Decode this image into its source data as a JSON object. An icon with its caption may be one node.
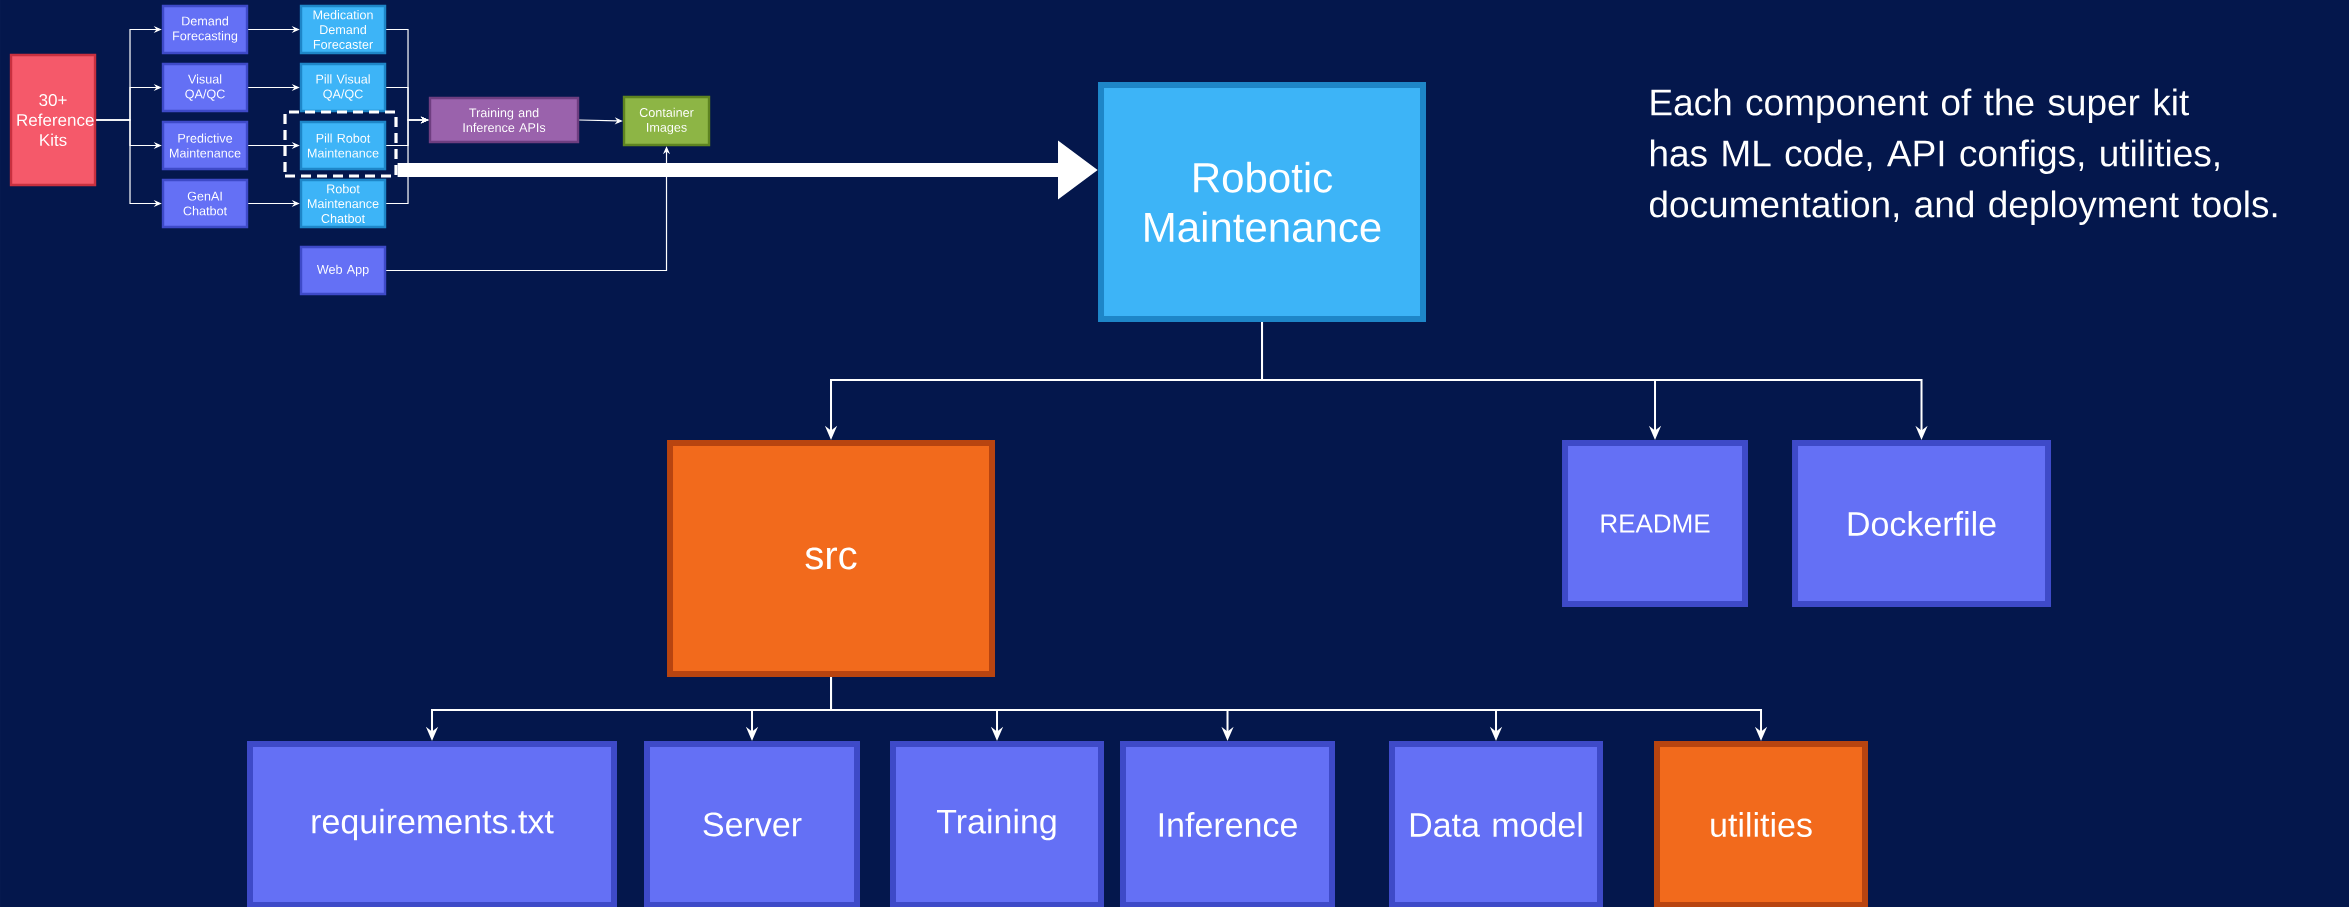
{
  "diagram": {
    "nodes": [
      {
        "text": [
          "30+ Reference Kits"
        ]
      },
      {
        "text": [
          "Demand Forecasting"
        ]
      },
      {
        "text": [
          "Medication Demand Forecaster"
        ]
      },
      {
        "text": [
          "Visual QA/QC"
        ]
      },
      {
        "text": [
          "Pill Visual QA/QC"
        ]
      },
      {
        "text": [
          "Predictive Maintenance"
        ]
      },
      {
        "text": [],
        "shape": "box"
      },
      {
        "text": [
          "Pill Robot Maintenance"
        ],
        "in": 6
      },
      {
        "text": [
          "GenAI Chatbot"
        ]
      },
      {
        "text": [
          "Robot Maintenance Chatbot"
        ]
      },
      {
        "text": [
          "Web App"
        ]
      },
      {
        "text": [
          "Training and Inference APIs"
        ]
      },
      {
        "text": [
          "Container Images"
        ]
      },
      {
        "text": [
          "Robotic Maintenance"
        ]
      },
      {
        "text": [
          "src"
        ]
      },
      {
        "text": [
          "README"
        ]
      },
      {
        "text": [
          "Dockerfile"
        ]
      },
      {
        "text": [
          "requirements.txt"
        ]
      },
      {
        "text": [
          "Server"
        ]
      },
      {
        "text": [
          "Training"
        ]
      },
      {
        "text": [
          "Inference"
        ]
      },
      {
        "text": [
          "Data model"
        ]
      },
      {
        "text": [
          "utilities"
        ]
      }
    ],
    "edges": [
      {
        "from": 0,
        "to": 1,
        "arrow": "to"
      },
      {
        "from": 0,
        "to": 3,
        "arrow": "to"
      },
      {
        "from": 0,
        "to": 5,
        "arrow": "to"
      },
      {
        "from": 0,
        "to": 8,
        "arrow": "to"
      },
      {
        "from": 1,
        "to": 2,
        "arrow": "to"
      },
      {
        "from": 3,
        "to": 4,
        "arrow": "to"
      },
      {
        "from": 5,
        "to": 7,
        "arrow": "to"
      },
      {
        "from": 8,
        "to": 9,
        "arrow": "to"
      },
      {
        "from": 2,
        "to": 11,
        "arrow": "to"
      },
      {
        "from": 4,
        "to": 11,
        "arrow": "to"
      },
      {
        "from": 7,
        "to": 11,
        "arrow": "to"
      },
      {
        "from": 9,
        "to": 11,
        "arrow": "to"
      },
      {
        "from": 11,
        "to": 12,
        "arrow": "to"
      },
      {
        "from": 10,
        "to": 12,
        "arrow": "to"
      },
      {
        "from": 6,
        "to": 13,
        "arrow": "to",
        "style": "thick"
      },
      {
        "from": 13,
        "to": 14,
        "arrow": "to"
      },
      {
        "from": 13,
        "to": 15,
        "arrow": "to"
      },
      {
        "from": 13,
        "to": 16,
        "arrow": "to"
      },
      {
        "from": 14,
        "to": 17,
        "arrow": "to"
      },
      {
        "from": 14,
        "to": 18,
        "arrow": "to"
      },
      {
        "from": 14,
        "to": 19,
        "arrow": "to"
      },
      {
        "from": 14,
        "to": 20,
        "arrow": "to"
      },
      {
        "from": 14,
        "to": 21,
        "arrow": "to"
      },
      {
        "from": 14,
        "to": 22,
        "arrow": "to"
      }
    ],
    "labels": [
      "Each component of the super kit has ML code, API configs, utilities, documentation, and deployment tools."
    ]
  }
}
